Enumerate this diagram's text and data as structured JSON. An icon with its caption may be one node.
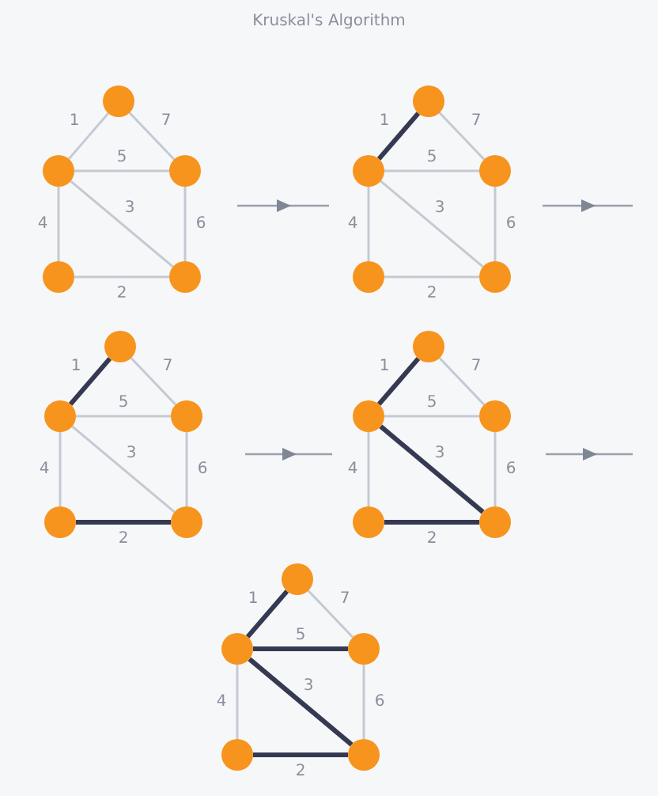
{
  "diagram": {
    "title": "Kruskal's Algorithm",
    "nodes": [
      {
        "text": [],
        "shape": "circle"
      },
      {
        "text": [],
        "shape": "circle"
      },
      {
        "text": [],
        "shape": "circle"
      },
      {
        "text": [],
        "shape": "circle"
      },
      {
        "text": [],
        "shape": "circle"
      },
      {
        "text": [],
        "shape": "circle"
      },
      {
        "text": [],
        "shape": "circle"
      },
      {
        "text": [],
        "shape": "circle"
      },
      {
        "text": [],
        "shape": "circle"
      },
      {
        "text": [],
        "shape": "circle"
      },
      {
        "text": [],
        "shape": "circle"
      },
      {
        "text": [],
        "shape": "circle"
      },
      {
        "text": [],
        "shape": "circle"
      },
      {
        "text": [],
        "shape": "circle"
      },
      {
        "text": [],
        "shape": "circle"
      },
      {
        "text": [],
        "shape": "circle"
      },
      {
        "text": [],
        "shape": "circle"
      },
      {
        "text": [],
        "shape": "circle"
      },
      {
        "text": [],
        "shape": "circle"
      },
      {
        "text": [],
        "shape": "circle"
      },
      {
        "text": [],
        "shape": "circle"
      },
      {
        "text": [],
        "shape": "circle"
      },
      {
        "text": [],
        "shape": "circle"
      },
      {
        "text": [],
        "shape": "circle"
      },
      {
        "text": [],
        "shape": "circle"
      }
    ],
    "edges": [
      {
        "from": 0,
        "to": 1,
        "arrow": "none",
        "label": "1"
      },
      {
        "from": 0,
        "to": 2,
        "arrow": "none",
        "label": "7"
      },
      {
        "from": 1,
        "to": 2,
        "arrow": "none",
        "label": "5"
      },
      {
        "from": 1,
        "to": 4,
        "arrow": "none",
        "label": "3"
      },
      {
        "from": 1,
        "to": 3,
        "arrow": "none",
        "label": "4"
      },
      {
        "from": 2,
        "to": 4,
        "arrow": "none",
        "label": "6"
      },
      {
        "from": 3,
        "to": 4,
        "arrow": "none",
        "label": "2"
      },
      {
        "from": 5,
        "to": 6,
        "arrow": "none",
        "label": "1",
        "style": "thick",
        "color": "#353a52"
      },
      {
        "from": 5,
        "to": 7,
        "arrow": "none",
        "label": "7"
      },
      {
        "from": 6,
        "to": 7,
        "arrow": "none",
        "label": "5"
      },
      {
        "from": 6,
        "to": 9,
        "arrow": "none",
        "label": "3"
      },
      {
        "from": 6,
        "to": 8,
        "arrow": "none",
        "label": "4"
      },
      {
        "from": 7,
        "to": 9,
        "arrow": "none",
        "label": "6"
      },
      {
        "from": 8,
        "to": 9,
        "arrow": "none",
        "label": "2"
      },
      {
        "from": 10,
        "to": 11,
        "arrow": "none",
        "label": "1",
        "style": "thick",
        "color": "#353a52"
      },
      {
        "from": 10,
        "to": 12,
        "arrow": "none",
        "label": "7"
      },
      {
        "from": 11,
        "to": 12,
        "arrow": "none",
        "label": "5"
      },
      {
        "from": 11,
        "to": 14,
        "arrow": "none",
        "label": "3"
      },
      {
        "from": 11,
        "to": 13,
        "arrow": "none",
        "label": "4"
      },
      {
        "from": 12,
        "to": 14,
        "arrow": "none",
        "label": "6"
      },
      {
        "from": 13,
        "to": 14,
        "arrow": "none",
        "label": "2",
        "style": "thick",
        "color": "#353a52"
      },
      {
        "from": 15,
        "to": 16,
        "arrow": "none",
        "label": "1",
        "style": "thick",
        "color": "#353a52"
      },
      {
        "from": 15,
        "to": 17,
        "arrow": "none",
        "label": "7"
      },
      {
        "from": 16,
        "to": 17,
        "arrow": "none",
        "label": "5"
      },
      {
        "from": 16,
        "to": 19,
        "arrow": "none",
        "label": "3",
        "style": "thick",
        "color": "#353a52"
      },
      {
        "from": 16,
        "to": 18,
        "arrow": "none",
        "label": "4"
      },
      {
        "from": 17,
        "to": 19,
        "arrow": "none",
        "label": "6"
      },
      {
        "from": 18,
        "to": 19,
        "arrow": "none",
        "label": "2",
        "style": "thick",
        "color": "#353a52"
      },
      {
        "from": 20,
        "to": 21,
        "arrow": "none",
        "label": "1",
        "style": "thick",
        "color": "#353a52"
      },
      {
        "from": 20,
        "to": 22,
        "arrow": "none",
        "label": "7"
      },
      {
        "from": 21,
        "to": 22,
        "arrow": "none",
        "label": "5",
        "style": "thick",
        "color": "#353a52"
      },
      {
        "from": 21,
        "to": 24,
        "arrow": "none",
        "label": "3",
        "style": "thick",
        "color": "#353a52"
      },
      {
        "from": 21,
        "to": 23,
        "arrow": "none",
        "label": "4"
      },
      {
        "from": 22,
        "to": 24,
        "arrow": "none",
        "label": "6"
      },
      {
        "from": 23,
        "to": 24,
        "arrow": "none",
        "label": "2",
        "style": "thick",
        "color": "#353a52"
      }
    ]
  }
}
